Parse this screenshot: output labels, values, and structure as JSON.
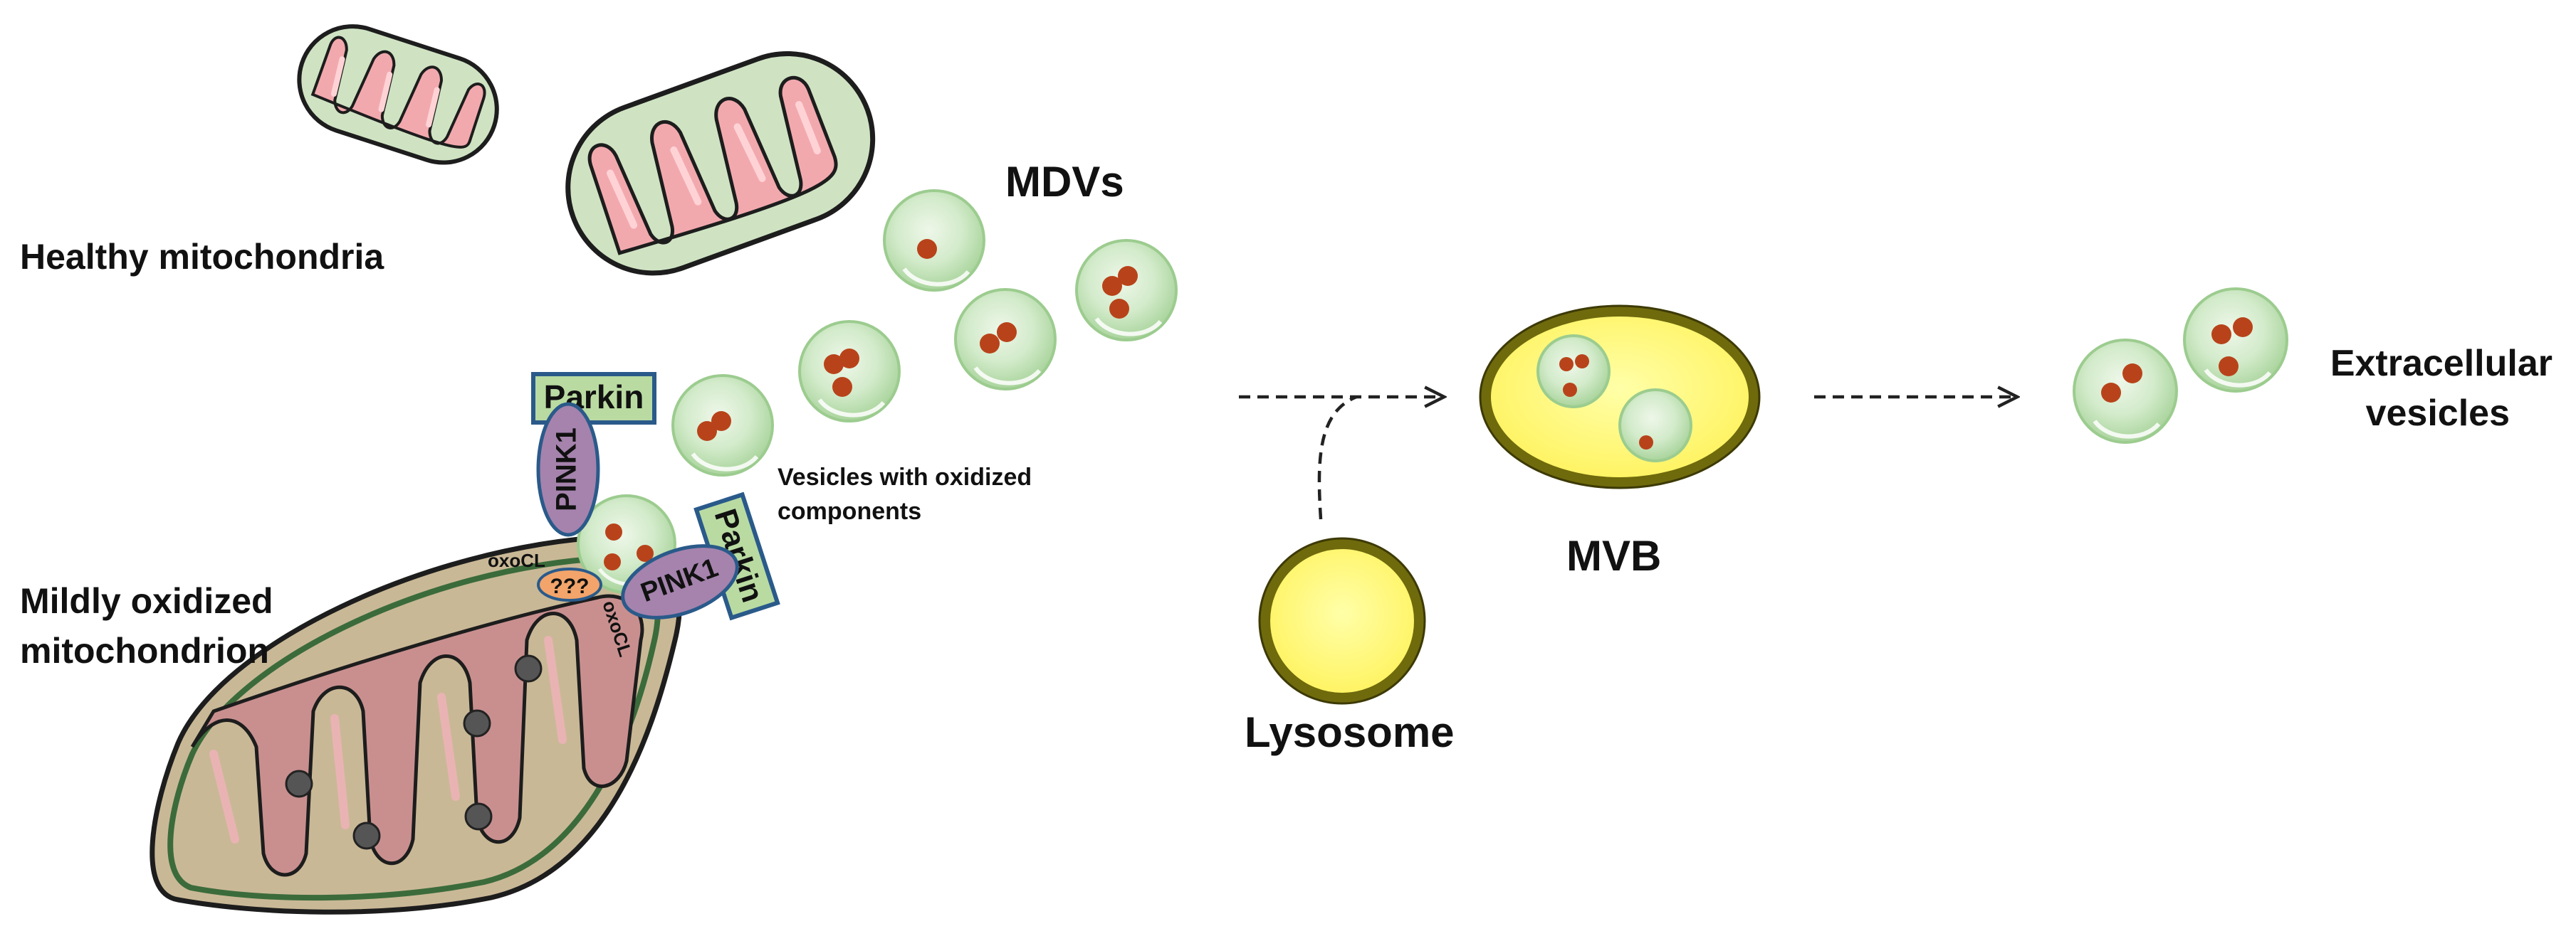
{
  "labels": {
    "healthy": "Healthy mitochondria",
    "oxidized_line1": "Mildly oxidized",
    "oxidized_line2": "mitochondrion",
    "mdvs": "MDVs",
    "vesicles_line1": "Vesicles with oxidized",
    "vesicles_line2": "components",
    "mvb": "MVB",
    "lysosome": "Lysosome",
    "ev_line1": "Extracellular",
    "ev_line2": "vesicles"
  },
  "proteins": {
    "parkin": "Parkin",
    "pink1": "PINK1",
    "oxocl": "oxoCL",
    "unknown": "???"
  },
  "colors": {
    "mito_fill": "#cfe3c3",
    "mito_stroke": "#1d1d1d",
    "matrix_pink": "#f2a9ae",
    "oxidized_fill": "#c9b896",
    "oxidized_matrix": "#c98f8f",
    "vesicle_fill": "#c5e3bd",
    "cargo_red": "#b8431a",
    "parkin_fill": "#b9dba2",
    "parkin_stroke": "#2a5a8a",
    "pink1_fill": "#a583ad",
    "unknown_fill": "#f2a46a",
    "lysosome_fill": "#fff65a",
    "lysosome_stroke": "#6f6a0c",
    "arrow": "#222222"
  }
}
